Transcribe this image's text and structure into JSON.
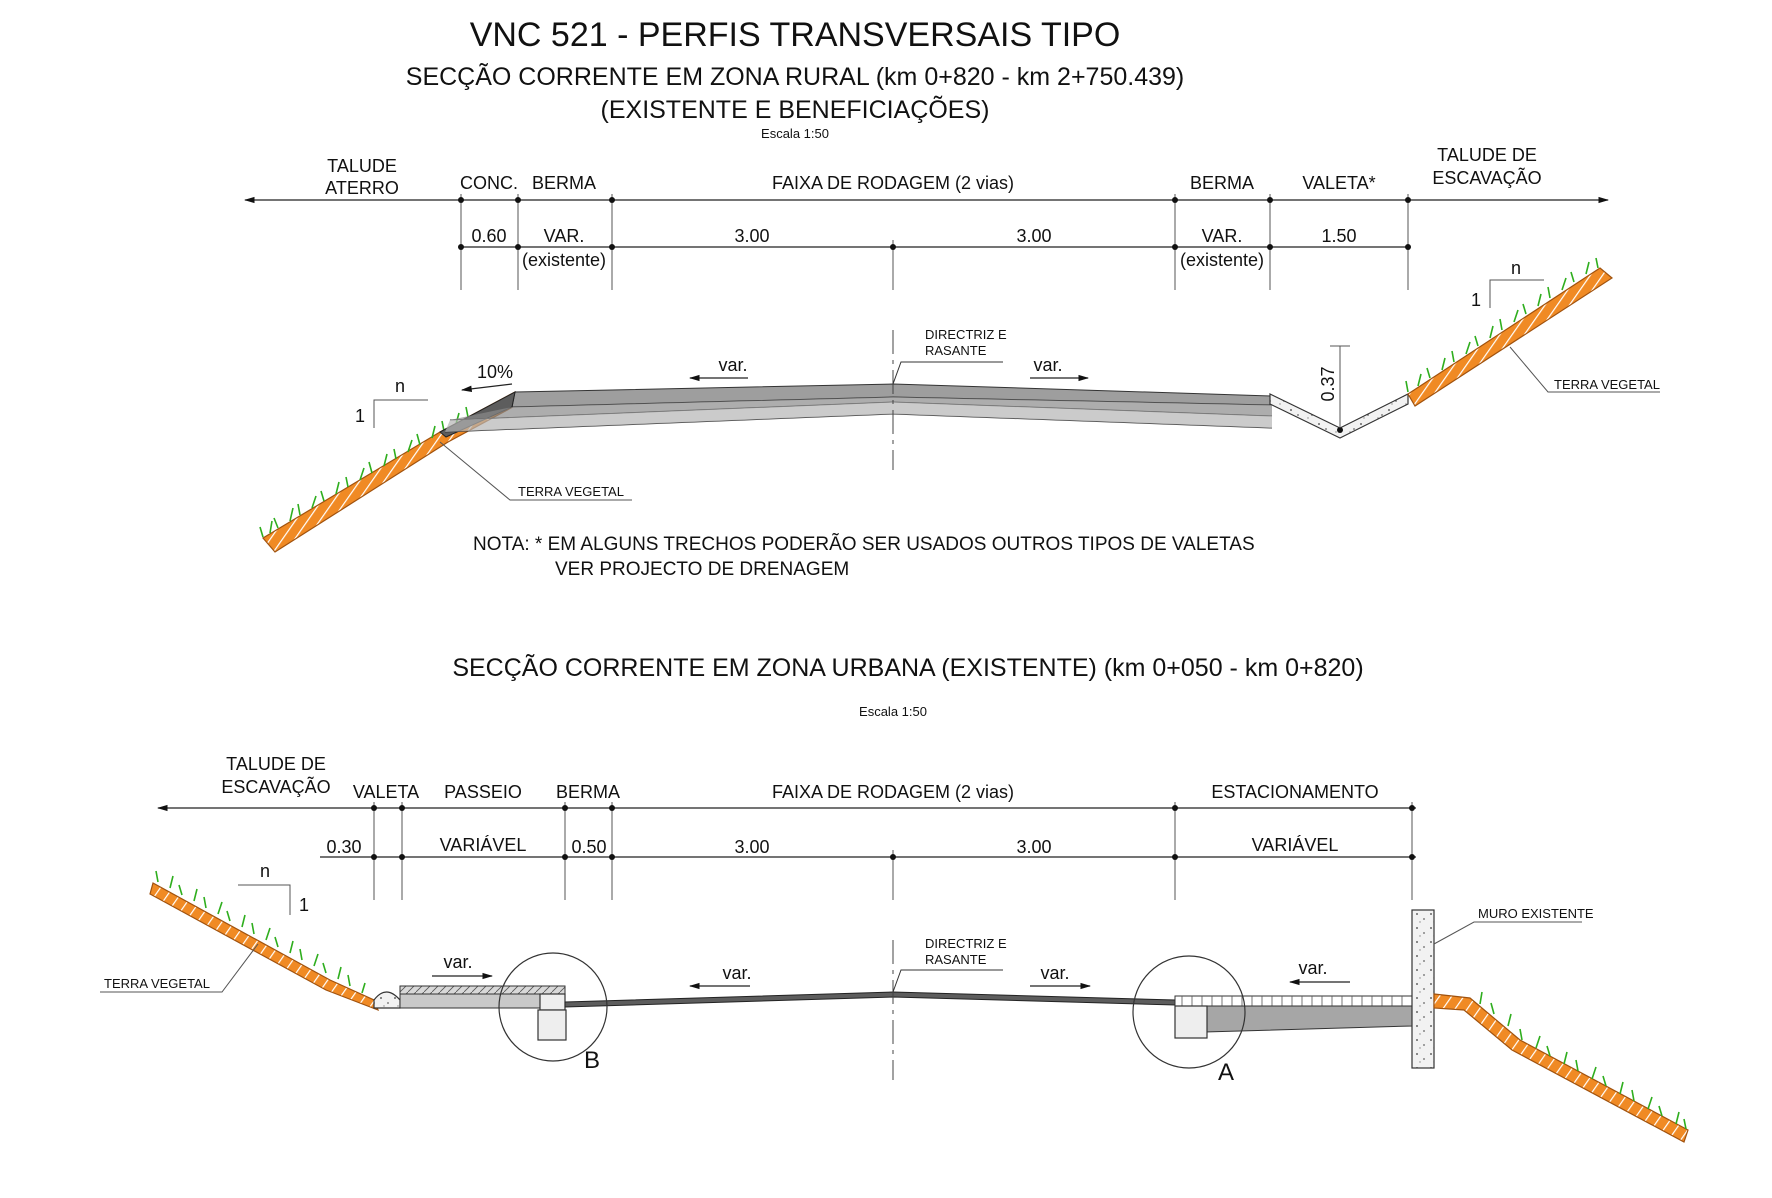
{
  "title": "VNC 521 - PERFIS TRANSVERSAIS TIPO",
  "rural": {
    "subtitle": "SECÇÃO CORRENTE EM ZONA RURAL (km 0+820 - km 2+750.439)",
    "subtitle2": "(EXISTENTE E BENEFICIAÇÕES)",
    "scale": "Escala 1:50",
    "labels": {
      "talude_left_1": "TALUDE",
      "talude_left_2": "ATERRO",
      "conc": "CONC.",
      "berma_left": "BERMA",
      "faixa": "FAIXA DE RODAGEM (2 vias)",
      "berma_right": "BERMA",
      "valeta": "VALETA*",
      "talude_right_1": "TALUDE DE",
      "talude_right_2": "ESCAVAÇÃO"
    },
    "dims": {
      "d1": "0.60",
      "d2": "VAR.",
      "d2b": "(existente)",
      "d3": "3.00",
      "d4": "3.00",
      "d5": "VAR.",
      "d5b": "(existente)",
      "d6": "1.50"
    },
    "annotations": {
      "directriz_1": "DIRECTRIZ E",
      "directriz_2": "RASANTE",
      "var_left": "var.",
      "var_right": "var.",
      "pct": "10%",
      "n_left": "n",
      "one_left": "1",
      "n_right": "n",
      "one_right": "1",
      "height": "0.37",
      "terra_left": "TERRA VEGETAL",
      "terra_right": "TERRA VEGETAL"
    },
    "note_1": "NOTA: * EM ALGUNS TRECHOS PODERÃO SER USADOS OUTROS TIPOS DE VALETAS",
    "note_2": "VER PROJECTO DE DRENAGEM"
  },
  "urban": {
    "subtitle": "SECÇÃO CORRENTE EM ZONA URBANA (EXISTENTE) (km 0+050 - km 0+820)",
    "scale": "Escala 1:50",
    "labels": {
      "talude_1": "TALUDE DE",
      "talude_2": "ESCAVAÇÃO",
      "valeta": "VALETA",
      "passeio": "PASSEIO",
      "berma": "BERMA",
      "faixa": "FAIXA DE RODAGEM (2 vias)",
      "estacionamento": "ESTACIONAMENTO"
    },
    "dims": {
      "d1": "0.30",
      "d2": "VARIÁVEL",
      "d3": "0.50",
      "d4": "3.00",
      "d5": "3.00",
      "d6": "VARIÁVEL"
    },
    "annotations": {
      "directriz_1": "DIRECTRIZ E",
      "directriz_2": "RASANTE",
      "var_passeio": "var.",
      "var_left": "var.",
      "var_right": "var.",
      "var_estac": "var.",
      "n": "n",
      "one": "1",
      "terra": "TERRA VEGETAL",
      "muro": "MURO EXISTENTE",
      "detail_b": "B",
      "detail_a": "A"
    }
  },
  "colors": {
    "slope_fill": "#f08a24",
    "grass": "#2fae1e",
    "pavement": "#9e9e9e"
  }
}
